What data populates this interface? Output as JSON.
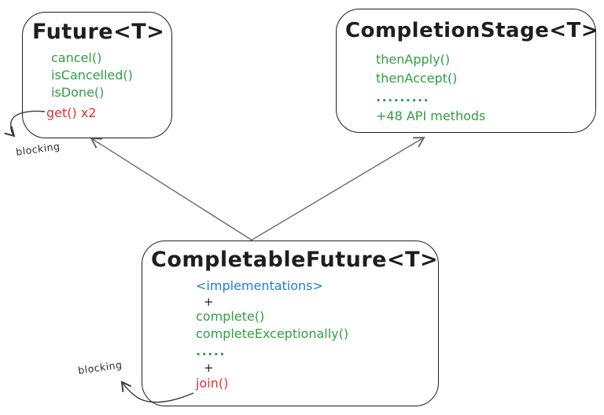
{
  "colors": {
    "green": "#2f9e44",
    "red": "#e03131",
    "blue": "#1c7ed6",
    "ink": "#1e1e1e",
    "arrow": "#6b6b6b",
    "annotation_arrow": "#3a3a3a",
    "background": "#ffffff"
  },
  "boxes": [
    {
      "id": "future",
      "title": "Future<T>",
      "methods": [
        {
          "label": "cancel()",
          "color": "green"
        },
        {
          "label": "isCancelled()",
          "color": "green"
        },
        {
          "label": "isDone()",
          "color": "green"
        },
        {
          "label": "get() x2",
          "color": "red"
        }
      ]
    },
    {
      "id": "completion-stage",
      "title": "CompletionStage<T>",
      "methods": [
        {
          "label": "thenApply()",
          "color": "green"
        },
        {
          "label": "thenAccept()",
          "color": "green"
        },
        {
          "label": ".........",
          "color": "green"
        },
        {
          "label": "+48 API methods",
          "color": "green"
        }
      ]
    },
    {
      "id": "completable-future",
      "title": "CompletableFuture<T>",
      "methods": [
        {
          "label": "<implementations>",
          "color": "blue"
        },
        {
          "label": "+",
          "color": "ink"
        },
        {
          "label": "complete()",
          "color": "green"
        },
        {
          "label": "completeExceptionally()",
          "color": "green"
        },
        {
          "label": ".....",
          "color": "green"
        },
        {
          "label": "+",
          "color": "ink"
        },
        {
          "label": "join()",
          "color": "red"
        }
      ]
    }
  ],
  "annotations": {
    "blocking_top": "blocking",
    "blocking_bottom": "blocking"
  }
}
